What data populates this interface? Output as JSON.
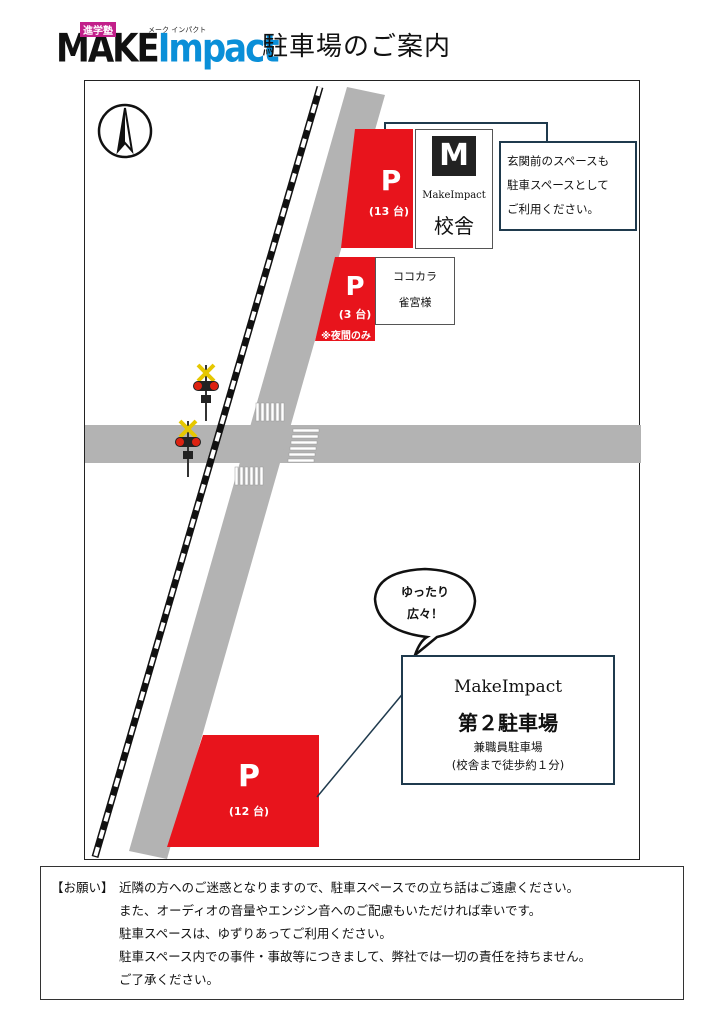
{
  "header": {
    "logo_prefix": "進学塾",
    "logo_kana": "メーク インパクト",
    "logo_text_a": "MAKE",
    "logo_text_b": "Impact",
    "title": "駐車場のご案内"
  },
  "map": {
    "compass_label": "N",
    "main_lot": {
      "letter": "P",
      "count": "(13 台)"
    },
    "school": {
      "name": "MakeImpact",
      "label": "校舎"
    },
    "entrance_note": [
      "玄関前のスペースも",
      "駐車スペースとして",
      "ご利用ください。"
    ],
    "night_lot": {
      "letter": "P",
      "count": "(3 台)",
      "note": "※夜間のみ"
    },
    "neighbor": [
      "ココカラ",
      "雀宮様"
    ],
    "bubble": [
      "ゆったり",
      "広々！"
    ],
    "second_lot_box": {
      "name": "MakeImpact",
      "title": "第２駐車場",
      "sub": "兼職員駐車場",
      "walk": "(校舎まで徒歩約１分)"
    },
    "second_lot": {
      "letter": "P",
      "count": "(12 台)"
    }
  },
  "notice": {
    "tag": "【お願い】",
    "lines": [
      "近隣の方へのご迷惑となりますので、駐車スペースでの立ち話はご遠慮ください。",
      "また、オーディオの音量やエンジン音へのご配慮もいただければ幸いです。",
      "駐車スペースは、ゆずりあってご利用ください。",
      "駐車スペース内での事件・事故等につきまして、弊社では一切の責任を持ちません。",
      "ご了承ください。"
    ]
  },
  "colors": {
    "parking_red": "#e8141c",
    "road_gray": "#b3b3b3"
  }
}
